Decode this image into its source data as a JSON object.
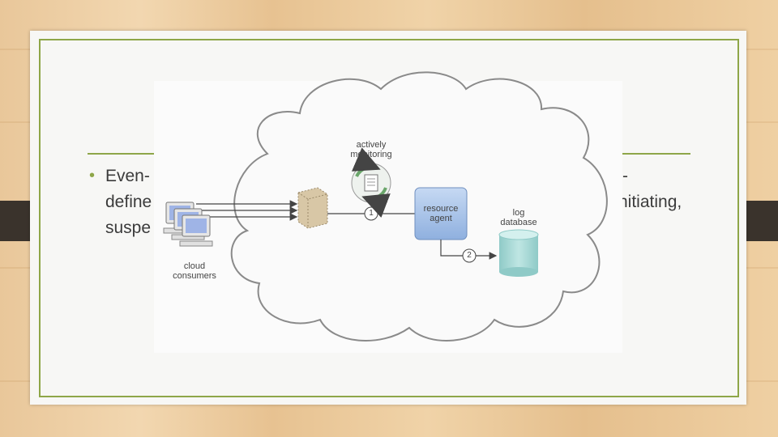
{
  "slide": {
    "bullet_line1_start": "Even-",
    "bullet_line1_end": "-",
    "bullet_line2_start": "define",
    "bullet_line2_end": "nitiating,",
    "bullet_line3_start": "suspe"
  },
  "diagram": {
    "monitor_label_line1": "actively",
    "monitor_label_line2": "monitoring",
    "agent_label_line1": "resource",
    "agent_label_line2": "agent",
    "db_label_line1": "log",
    "db_label_line2": "database",
    "consumers_label_line1": "cloud",
    "consumers_label_line2": "consumers",
    "step1": "1",
    "step2": "2"
  },
  "colors": {
    "accent_green": "#8ea648",
    "agent_blue": "#a9c4e8",
    "db_teal": "#a6d8d6",
    "screen_blue": "#9fb4e6"
  }
}
